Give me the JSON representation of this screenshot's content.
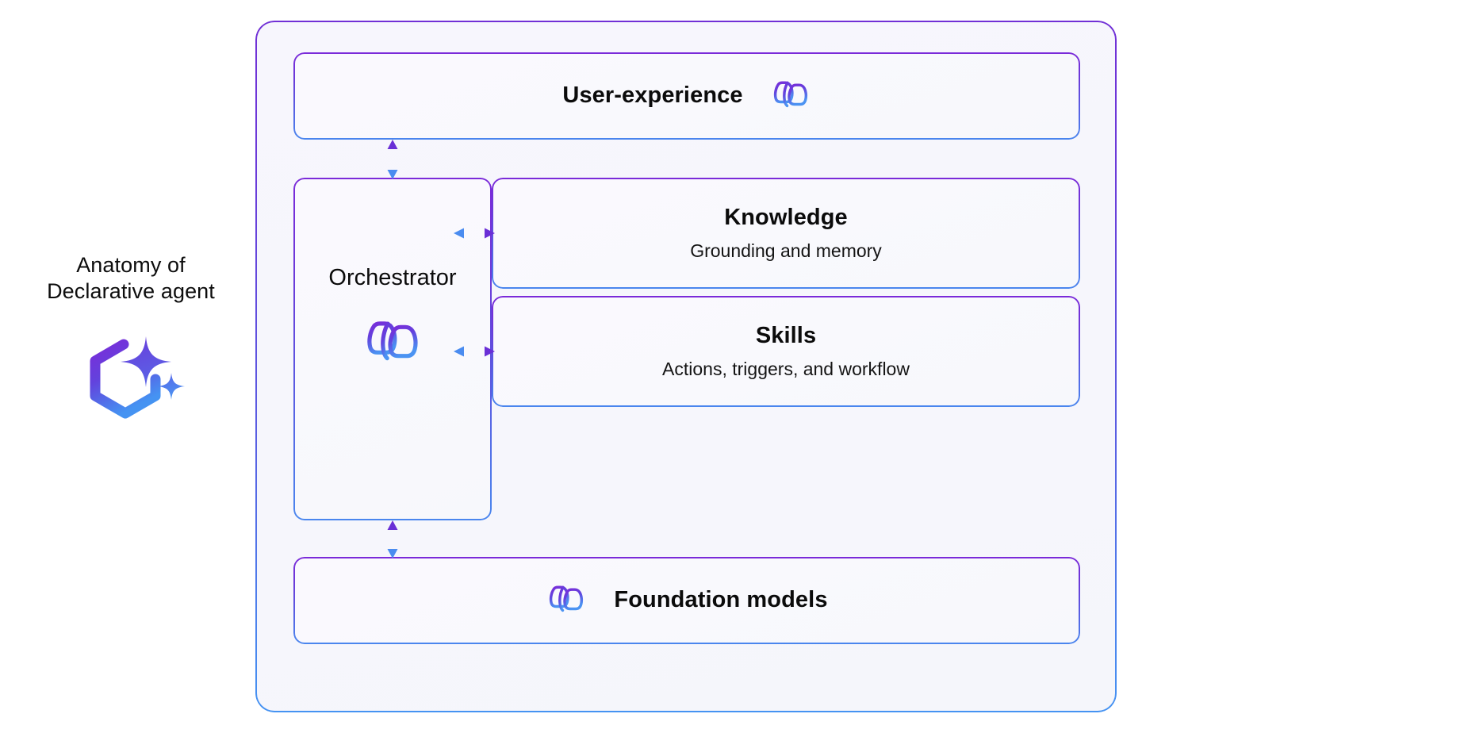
{
  "legend": {
    "title": "Anatomy of\nDeclarative agent",
    "icon": "hexagon-sparkle-icon"
  },
  "diagram": {
    "container_name": "declarative-agent-architecture",
    "cards": {
      "user_experience": {
        "title": "User-experience",
        "icon": "copilot-icon"
      },
      "orchestrator": {
        "title": "Orchestrator",
        "icon": "copilot-icon"
      },
      "knowledge": {
        "title": "Knowledge",
        "subtitle": "Grounding and memory"
      },
      "skills": {
        "title": "Skills",
        "subtitle": "Actions, triggers, and workflow"
      },
      "foundation_models": {
        "title": "Foundation models",
        "icon": "copilot-icon"
      }
    },
    "connectors": [
      {
        "name": "ux-to-orchestrator",
        "direction": "bidirectional-vertical"
      },
      {
        "name": "orchestrator-to-knowledge",
        "direction": "bidirectional-horizontal"
      },
      {
        "name": "orchestrator-to-skills",
        "direction": "bidirectional-horizontal"
      },
      {
        "name": "orchestrator-to-foundation-models",
        "direction": "bidirectional-vertical"
      }
    ]
  },
  "colors": {
    "accent_purple": "#7130d6",
    "accent_violet": "#5a5ce2",
    "accent_blue": "#4593f2",
    "canvas": "#ffffff",
    "panel_fill": "#f7f6fd",
    "card_fill": "#faf9fe",
    "text": "#0b0b0b"
  }
}
